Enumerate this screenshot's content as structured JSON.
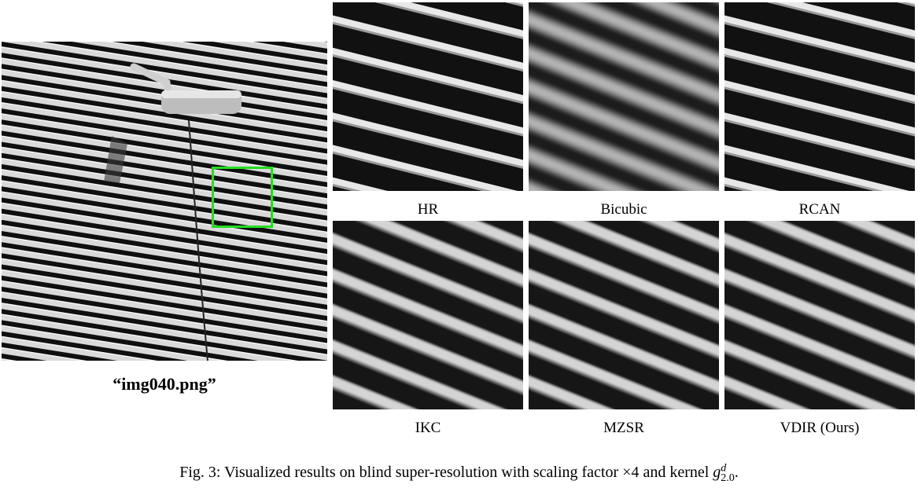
{
  "main_image": {
    "caption": "“img040.png”"
  },
  "panels": [
    {
      "label": "HR"
    },
    {
      "label": "Bicubic"
    },
    {
      "label": "RCAN"
    },
    {
      "label": "IKC"
    },
    {
      "label": "MZSR"
    },
    {
      "label": "VDIR (Ours)"
    }
  ],
  "figure_caption": {
    "prefix": "Fig. 3: Visualized results on blind super-resolution with scaling factor ",
    "times": "×4",
    "middle": " and kernel ",
    "symbol": "g",
    "sup": "d",
    "sub": "2.0",
    "end": "."
  },
  "colors": {
    "highlight_box": "#22dd22"
  }
}
